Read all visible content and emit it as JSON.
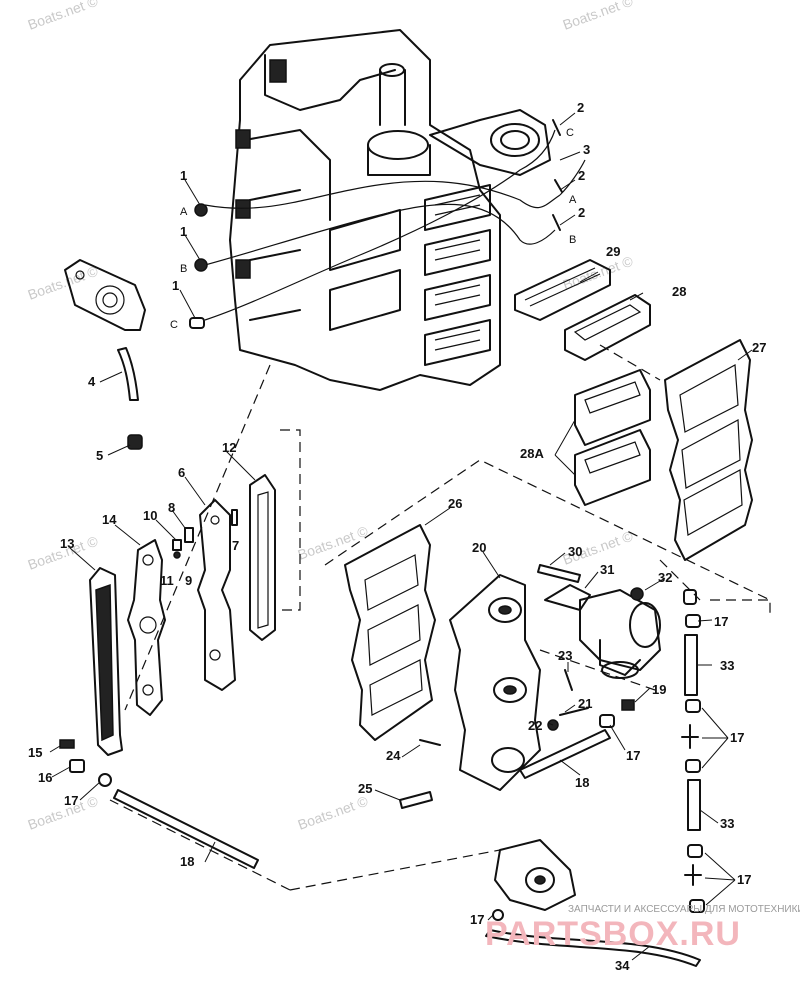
{
  "watermarks": [
    "Boats.net ©",
    "Boats.net ©",
    "Boats.net ©",
    "Boats.net ©",
    "Boats.net ©",
    "Boats.net ©",
    "Boats.net ©",
    "Boats.net ©",
    "Boats.net ©"
  ],
  "brand": {
    "logo_text": "PARTSBOX.RU",
    "tagline": "ЗАПЧАСТИ И АКСЕССУАРЫ ДЛЯ МОТОТЕХНИКИ",
    "logo_color": "#f3b6bc"
  },
  "callouts": [
    "1",
    "1",
    "1",
    "2",
    "2",
    "2",
    "3",
    "4",
    "5",
    "6",
    "7",
    "8",
    "9",
    "10",
    "11",
    "12",
    "13",
    "14",
    "15",
    "16",
    "17",
    "17",
    "17",
    "17",
    "17",
    "17",
    "18",
    "18",
    "19",
    "20",
    "21",
    "22",
    "23",
    "24",
    "25",
    "26",
    "27",
    "28",
    "28A",
    "29",
    "30",
    "31",
    "32",
    "33",
    "33",
    "34"
  ],
  "letters": [
    "A",
    "B",
    "C",
    "C",
    "A",
    "B"
  ]
}
